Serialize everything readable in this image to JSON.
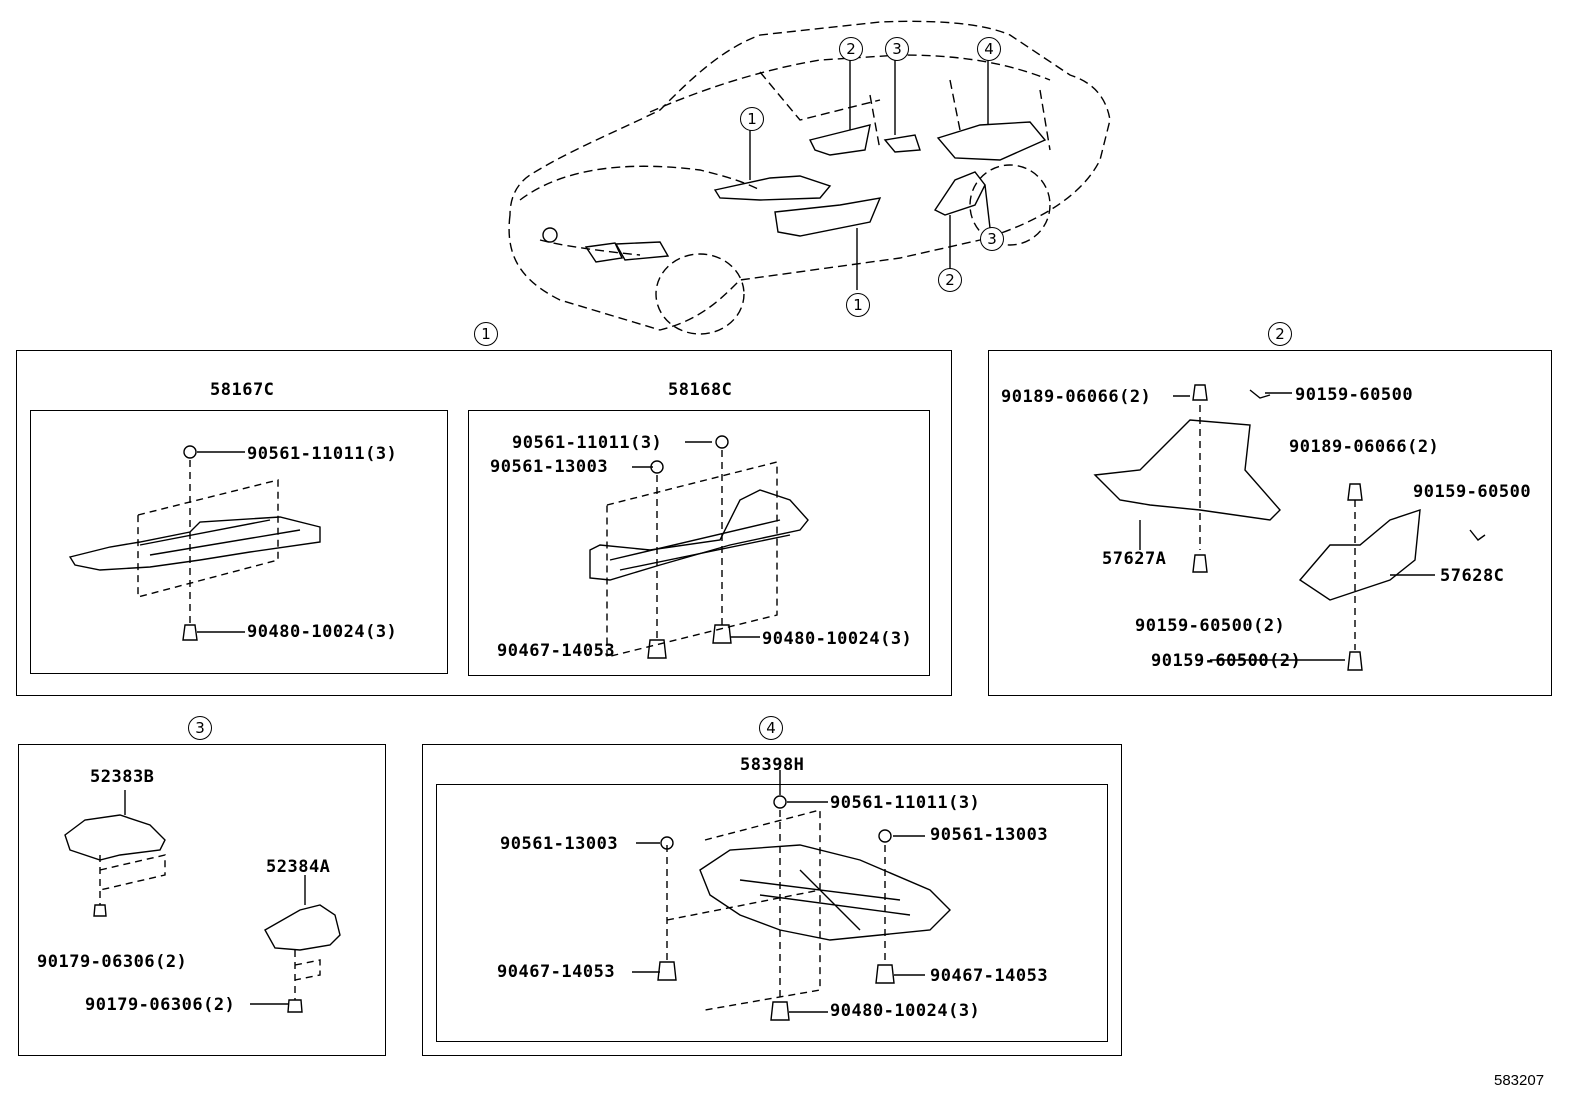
{
  "callouts": {
    "c1": "1",
    "c2": "2",
    "c3": "3",
    "c4": "4"
  },
  "section1": {
    "left_part": "58167C",
    "left_top_fastener": "90561-11011(3)",
    "left_bottom_fastener": "90480-10024(3)",
    "right_part": "58168C",
    "right_fastener_a": "90561-11011(3)",
    "right_fastener_b": "90561-13003",
    "right_fastener_c": "90467-14053",
    "right_fastener_d": "90480-10024(3)"
  },
  "section2": {
    "fastener_a": "90189-06066(2)",
    "fastener_b": "90159-60500",
    "fastener_c": "90189-06066(2)",
    "fastener_d": "90159-60500",
    "part_a": "57627A",
    "part_b": "57628C",
    "fastener_e": "90159-60500(2)",
    "fastener_f": "90159-60500(2)"
  },
  "section3": {
    "part_a": "52383B",
    "fastener_a": "90179-06306(2)",
    "part_b": "52384A",
    "fastener_b": "90179-06306(2)"
  },
  "section4": {
    "part": "58398H",
    "fastener_a": "90561-11011(3)",
    "fastener_b": "90561-13003",
    "fastener_c": "90561-13003",
    "fastener_d": "90467-14053",
    "fastener_e": "90467-14053",
    "fastener_f": "90480-10024(3)"
  },
  "figure_id": "583207"
}
